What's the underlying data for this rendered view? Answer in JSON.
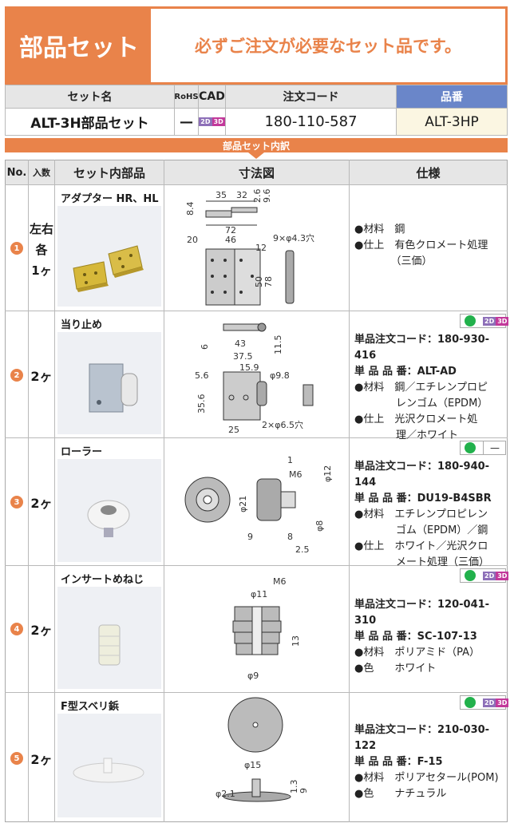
{
  "header": {
    "title": "部品セット",
    "notice": "必ずご注文が必要なセット品です。"
  },
  "set_table": {
    "col_set_name": "セット名",
    "col_rohs": "RoHS",
    "col_cad": "CAD",
    "col_order_code": "注文コード",
    "col_part_no": "品番",
    "set_name": "ALT-3H部品セット",
    "rohs": "—",
    "cad_2d": "2D",
    "cad_3d": "3D",
    "order_code": "180-110-587",
    "part_no": "ALT-3HP"
  },
  "banner": "部品セット内訳",
  "table_headers": {
    "no": "No.",
    "qty": "入数",
    "part": "セット内部品",
    "dims": "寸法図",
    "spec": "仕様"
  },
  "items": [
    {
      "no": "1",
      "qty_lines": [
        "左右",
        "各",
        "1ヶ"
      ],
      "name": "アダプター HR、HL",
      "spec": [
        "●材料　鋼",
        "●仕上　有色クロメート処理",
        "　　　　（三価）"
      ],
      "dims": [
        "8.4",
        "35",
        "32",
        "2.6",
        "9.6",
        "72",
        "20",
        "46",
        "12",
        "9×φ4.3穴",
        "50",
        "78"
      ]
    },
    {
      "no": "2",
      "qty": "2ヶ",
      "name": "当り止め",
      "rohs": "●",
      "cad": "2D3D",
      "spec": [
        "単品注文コード：180-930-416",
        "単 品 品 番：ALT-AD",
        "●材料　鋼／エチレンプロピ",
        "　　　　レンゴム（EPDM）",
        "●仕上　光沢クロメート処",
        "　　　　理／ホワイト"
      ],
      "dims": [
        "6",
        "43",
        "37.5",
        "11.5",
        "15.9",
        "5.6",
        "φ9.8",
        "35.6",
        "25",
        "2×φ6.5穴"
      ]
    },
    {
      "no": "3",
      "qty": "2ヶ",
      "name": "ローラー",
      "rohs": "●",
      "cad": "—",
      "spec": [
        "単品注文コード：180-940-144",
        "単 品 品 番：DU19-B4SBR",
        "●材料　エチレンプロピレン",
        "　　　　ゴム（EPDM）／鋼",
        "●仕上　ホワイト／光沢クロ",
        "　　　　メート処理（三価）"
      ],
      "dims": [
        "1",
        "φ12",
        "M6",
        "φ21",
        "φ8",
        "9",
        "8",
        "2.5"
      ]
    },
    {
      "no": "4",
      "qty": "2ヶ",
      "name": "インサートめねじ",
      "rohs": "●",
      "cad": "2D3D",
      "spec": [
        "単品注文コード：120-041-310",
        "単 品 品 番：SC-107-13",
        "●材料　ポリアミド（PA）",
        "●色　　ホワイト"
      ],
      "dims": [
        "M6",
        "φ11",
        "13",
        "φ9"
      ]
    },
    {
      "no": "5",
      "qty": "2ヶ",
      "name": "F型スベリ鋲",
      "rohs": "●",
      "cad": "2D3D",
      "spec": [
        "単品注文コード：210-030-122",
        "単 品 品 番：F-15",
        "●材料　ポリアセタール(POM)",
        "●色　　ナチュラル"
      ],
      "dims": [
        "φ15",
        "φ2.1",
        "1.3",
        "9"
      ]
    }
  ]
}
